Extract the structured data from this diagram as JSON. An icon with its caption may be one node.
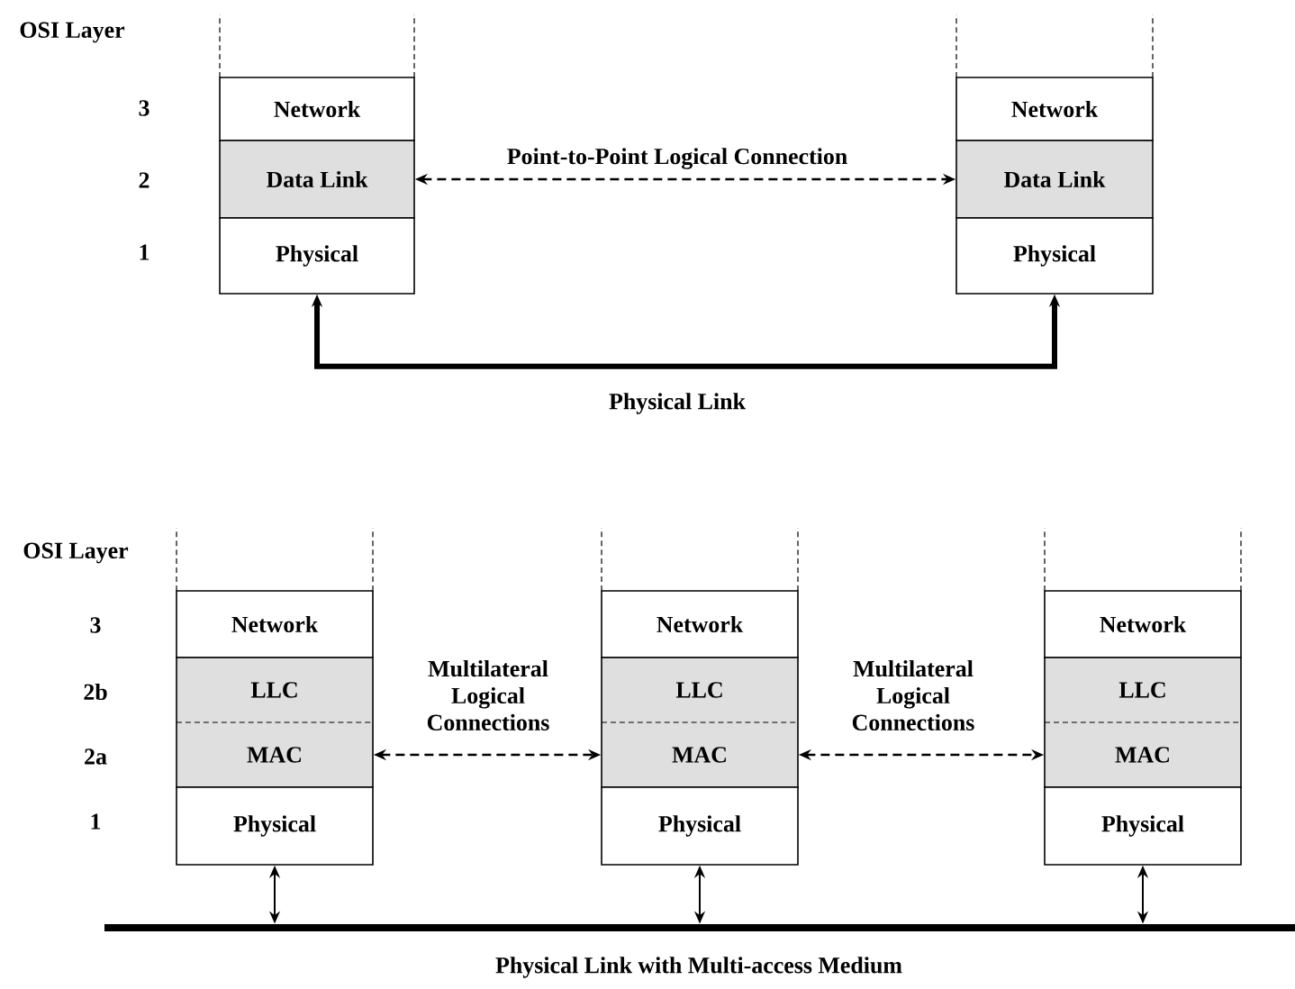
{
  "diagram": {
    "nodes": [
      {
        "text": [
          "Network"
        ]
      },
      {
        "text": [
          "Data Link"
        ]
      },
      {
        "text": [
          "Physical"
        ]
      },
      {
        "text": [
          "Network"
        ]
      },
      {
        "text": [
          "Data Link"
        ]
      },
      {
        "text": [
          "Physical"
        ]
      },
      {
        "text": [
          "Network"
        ]
      },
      {
        "text": [
          "LLC"
        ]
      },
      {
        "text": [
          "MAC"
        ]
      },
      {
        "text": [
          "Physical"
        ]
      },
      {
        "text": [
          "Network"
        ]
      },
      {
        "text": [
          "LLC"
        ]
      },
      {
        "text": [
          "MAC"
        ]
      },
      {
        "text": [
          "Physical"
        ]
      },
      {
        "text": [
          "Network"
        ]
      },
      {
        "text": [
          "LLC"
        ]
      },
      {
        "text": [
          "MAC"
        ]
      },
      {
        "text": [
          "Physical"
        ]
      },
      {
        "text": [],
        "shape": "bar",
        "beside": [
          "Physical Link with Multi-access Medium"
        ]
      }
    ],
    "edges": [
      {
        "from": 1,
        "to": 4,
        "arrow": "both",
        "style": "dashed",
        "label": "Point-to-Point Logical Connection"
      },
      {
        "from": 2,
        "to": 5,
        "arrow": "both",
        "style": "thick",
        "label": "Physical Link"
      },
      {
        "from": 8,
        "to": 12,
        "arrow": "both",
        "style": "dashed",
        "label": "Multilateral Logical Connections"
      },
      {
        "from": 12,
        "to": 16,
        "arrow": "both",
        "style": "dashed",
        "label": "Multilateral Logical Connections"
      },
      {
        "from": 9,
        "to": 18,
        "arrow": "both"
      },
      {
        "from": 13,
        "to": 18,
        "arrow": "both"
      },
      {
        "from": 17,
        "to": 18,
        "arrow": "both"
      }
    ],
    "labels": [
      "OSI Layer",
      "3",
      "2",
      "1",
      "OSI Layer",
      "3",
      "2b",
      "2a",
      "1"
    ]
  }
}
